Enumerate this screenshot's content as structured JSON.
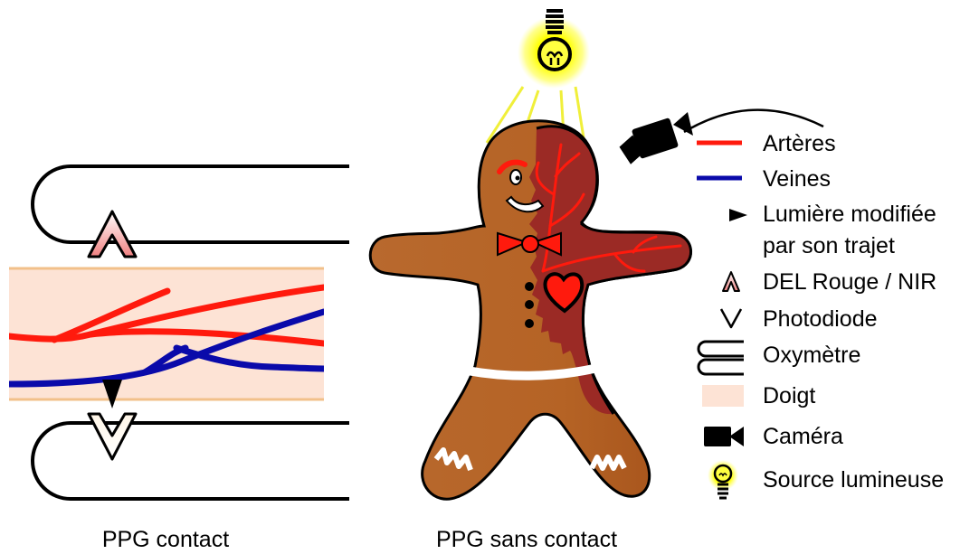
{
  "legend": {
    "arteries": "Artères",
    "veins": "Veines",
    "modified_light_line1": "Lumière modifiée",
    "modified_light_line2": "par son trajet",
    "led": "DEL Rouge / NIR",
    "photodiode": "Photodiode",
    "oximeter": "Oxymètre",
    "finger": "Doigt",
    "camera": "Caméra",
    "light_source": "Source lumineuse"
  },
  "captions": {
    "contact": "PPG contact",
    "non_contact": "PPG sans contact"
  },
  "colors": {
    "artery": "#ff1a0d",
    "vein": "#0a0aaa",
    "finger": "#fde3d5",
    "finger_edge": "#f2c08a",
    "gingerbread": "#b8692e",
    "dissection": "#9b2a25",
    "bulb_glow": "#ffff00",
    "light_ray": "#f0ef3a"
  }
}
